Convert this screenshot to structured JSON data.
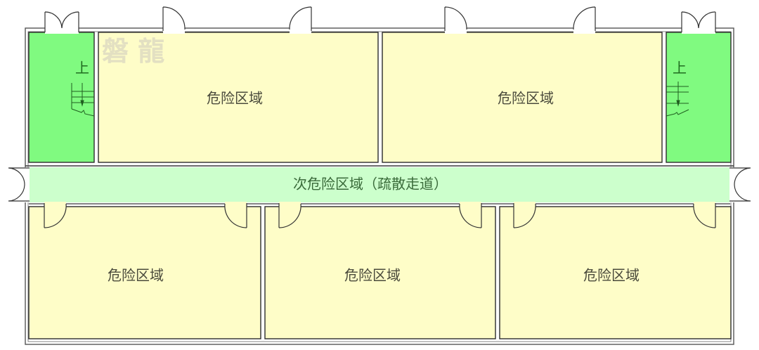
{
  "colors": {
    "danger_zone_fill": "#fefdc8",
    "corridor_fill": "#ccffcc",
    "stair_fill": "#80fa80",
    "wall_stroke": "#3a3a3a",
    "background": "#ffffff"
  },
  "watermark": {
    "text": "磐 龍"
  },
  "stairwells": [
    {
      "id": "left",
      "label": "上"
    },
    {
      "id": "right",
      "label": "上"
    }
  ],
  "upper_rooms": [
    {
      "label": "危险区域"
    },
    {
      "label": "危险区域"
    }
  ],
  "corridor": {
    "label": "次危险区域（疏散走道）"
  },
  "lower_rooms": [
    {
      "label": "危险区域"
    },
    {
      "label": "危险区域"
    },
    {
      "label": "危险区域"
    }
  ]
}
